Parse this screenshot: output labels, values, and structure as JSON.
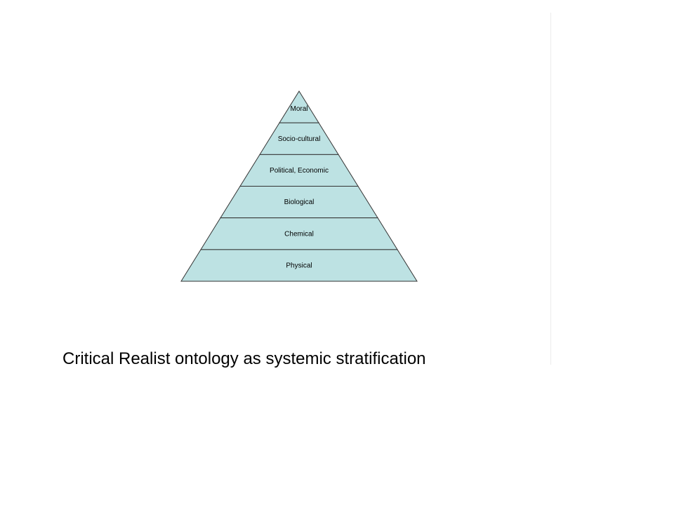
{
  "diagram": {
    "fill_color": "#bde2e3",
    "stroke_color": "#333333",
    "layers": [
      {
        "label": "Moral"
      },
      {
        "label": "Socio-cultural"
      },
      {
        "label": "Political, Economic"
      },
      {
        "label": "Biological"
      },
      {
        "label": "Chemical"
      },
      {
        "label": "Physical"
      }
    ]
  },
  "caption": "Critical Realist ontology as systemic stratification"
}
